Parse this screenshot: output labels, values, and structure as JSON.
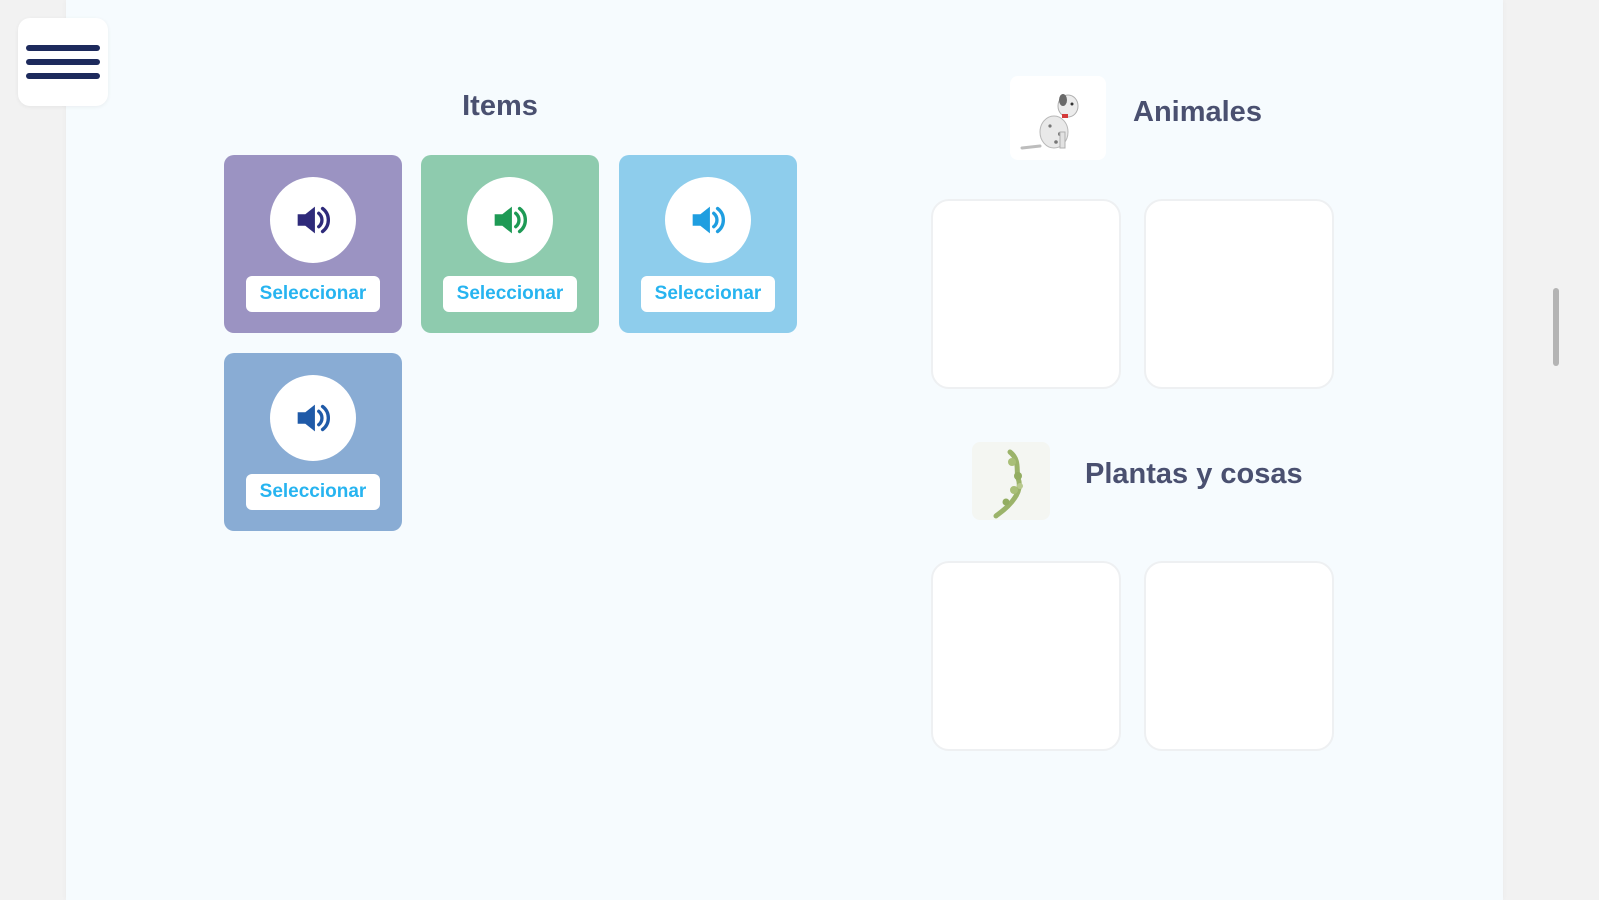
{
  "menu": {
    "icon": "hamburger-menu-icon"
  },
  "items_section": {
    "title": "Items",
    "cards": [
      {
        "bg": "#9b93c2",
        "icon_color": "#2e2a7a",
        "icon": "speaker-icon",
        "select_label": "Seleccionar"
      },
      {
        "bg": "#8ecbae",
        "icon_color": "#1e9a55",
        "icon": "speaker-icon",
        "select_label": "Seleccionar"
      },
      {
        "bg": "#8ecdec",
        "icon_color": "#1f9ee0",
        "icon": "speaker-icon",
        "select_label": "Seleccionar"
      },
      {
        "bg": "#89acd4",
        "icon_color": "#1f5aa8",
        "icon": "speaker-icon",
        "select_label": "Seleccionar"
      }
    ]
  },
  "categories": [
    {
      "label": "Animales",
      "image": "dalmatian-dog-image",
      "dropzones": 2
    },
    {
      "label": "Plantas y cosas",
      "image": "plant-image",
      "dropzones": 2
    }
  ],
  "colors": {
    "select_text": "#27b4f0",
    "title_text": "#4a5070",
    "panel_bg": "#f6fbfe",
    "page_bg": "#f2f2f2",
    "menu_bar": "#1d2a5c"
  }
}
